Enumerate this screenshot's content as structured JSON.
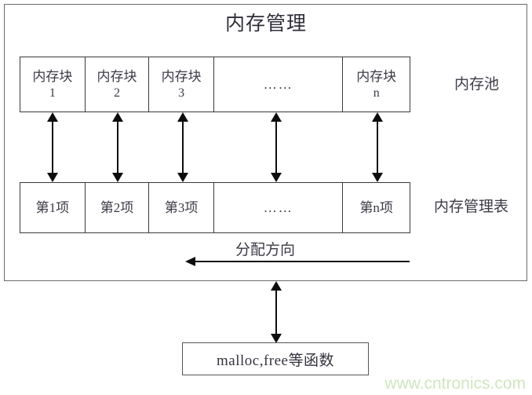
{
  "diagram": {
    "title": "内存管理",
    "outer_frame_label": "内存管理",
    "memory_pool": {
      "side_label": "内存池",
      "cells": [
        {
          "main": "内存块",
          "sub": "1"
        },
        {
          "main": "内存块",
          "sub": "2"
        },
        {
          "main": "内存块",
          "sub": "3"
        },
        {
          "main": "……",
          "sub": ""
        },
        {
          "main": "内存块",
          "sub": "n"
        }
      ]
    },
    "memory_table": {
      "side_label": "内存管理表",
      "cells": [
        {
          "main": "第1项"
        },
        {
          "main": "第2项"
        },
        {
          "main": "第3项"
        },
        {
          "main": "……"
        },
        {
          "main": "第n项"
        }
      ]
    },
    "allocation": {
      "label": "分配方向",
      "direction_icon": "arrow-left-icon"
    },
    "links": {
      "pool_to_table_icon": "double-arrow-vertical-icon",
      "frame_to_functions_icon": "double-arrow-vertical-icon",
      "count": 5
    },
    "functions_box": {
      "label": "malloc,free等函数"
    },
    "watermark": {
      "text": "www.cntronics.com",
      "color": "#cfe6c0"
    },
    "colors": {
      "outer_border": "#6b6b6b",
      "cell_border": "#3a3a3a",
      "text": "#3b3b46",
      "arrow": "#0d0d0d",
      "background": "#ffffff"
    }
  }
}
